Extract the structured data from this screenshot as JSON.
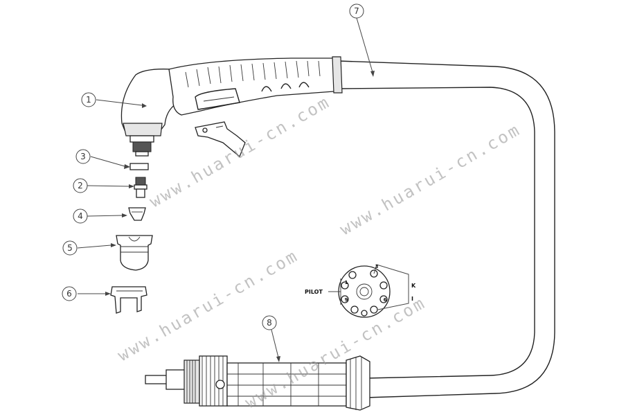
{
  "callouts": [
    {
      "id": "1",
      "label": "1"
    },
    {
      "id": "2",
      "label": "2"
    },
    {
      "id": "3",
      "label": "3"
    },
    {
      "id": "4",
      "label": "4"
    },
    {
      "id": "5",
      "label": "5"
    },
    {
      "id": "6",
      "label": "6"
    },
    {
      "id": "7",
      "label": "7"
    },
    {
      "id": "8",
      "label": "8"
    }
  ],
  "connector": {
    "pilot_label": "PILOT",
    "pins": {
      "p1": "1",
      "p3": "3",
      "p9": "9",
      "p6": "6"
    },
    "wire_labels": {
      "k": "K",
      "i": "I"
    }
  },
  "watermark": "www.huarui-cn.com",
  "colors": {
    "line": "#222222",
    "watermark": "#9a9a9a",
    "background": "#ffffff"
  }
}
